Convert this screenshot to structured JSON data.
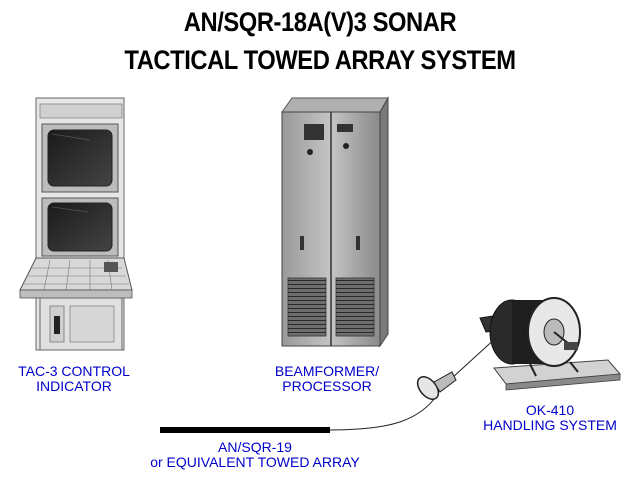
{
  "title": {
    "line1": "AN/SQR-18A(V)3 SONAR",
    "line2": "TACTICAL TOWED ARRAY SYSTEM"
  },
  "components": {
    "control_indicator": {
      "line1": "TAC-3 CONTROL",
      "line2": "INDICATOR"
    },
    "beamformer": {
      "line1": "BEAMFORMER/",
      "line2": "PROCESSOR"
    },
    "handling_system": {
      "line1": "OK-410",
      "line2": "HANDLING SYSTEM"
    },
    "towed_array": {
      "line1": "AN/SQR-19",
      "line2": "or EQUIVALENT TOWED ARRAY"
    }
  },
  "colors": {
    "label_text": "#0000cc",
    "title_text": "#000000"
  }
}
